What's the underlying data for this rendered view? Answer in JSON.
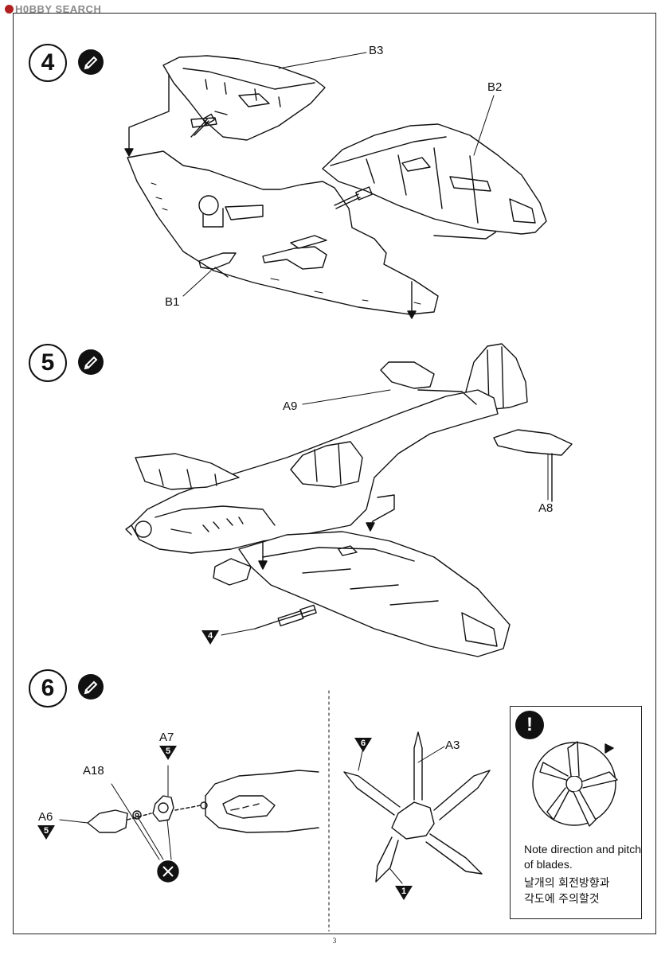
{
  "watermark": "H0BBY SEARCH",
  "page_number": "3",
  "steps": [
    {
      "number": "4",
      "labels": {
        "b3": "B3",
        "b2": "B2",
        "b1": "B1"
      }
    },
    {
      "number": "5",
      "labels": {
        "a9": "A9",
        "a8": "A8",
        "ref": "4"
      }
    },
    {
      "number": "6",
      "labels": {
        "a7": "A7",
        "a7_ref": "5",
        "a18": "A18",
        "a6": "A6",
        "a6_ref": "5",
        "a3": "A3",
        "a3_ref_top": "6",
        "a3_ref_bottom": "1"
      }
    }
  ],
  "note": {
    "text_en": "Note direction and pitch of blades.",
    "text_kr_line1": "날개의 회전방향과",
    "text_kr_line2": "각도에 주의할것"
  }
}
